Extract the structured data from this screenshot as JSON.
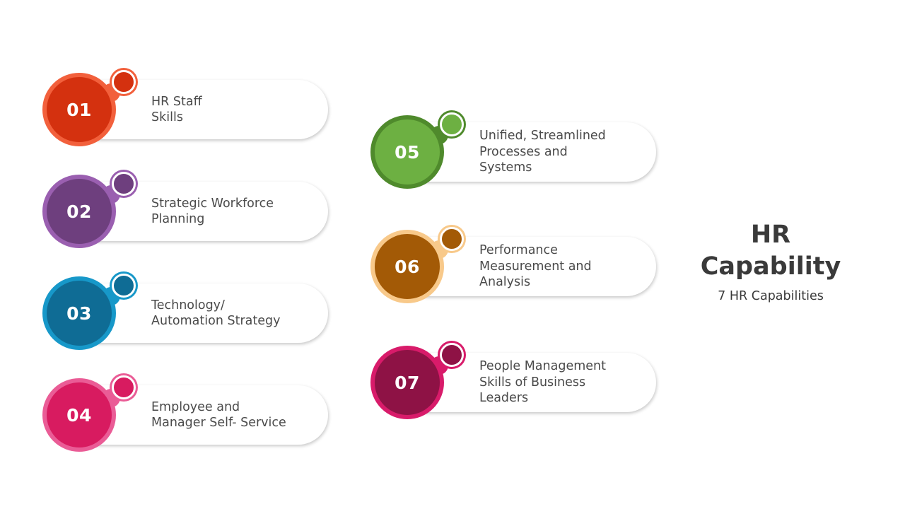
{
  "header": {
    "title": "HR\nCapability",
    "subtitle": "7 HR Capabilities"
  },
  "items": [
    {
      "number": "01",
      "label": "HR Staff\nSkills",
      "fill": "#d4310f",
      "ring": "#f2603c",
      "dot": "#d4310f",
      "connector": "#f2603c"
    },
    {
      "number": "02",
      "label": "Strategic Workforce\nPlanning",
      "fill": "#6e3f7e",
      "ring": "#9a5fb0",
      "dot": "#6e3f7e",
      "connector": "#9a5fb0"
    },
    {
      "number": "03",
      "label": "Technology/\nAutomation Strategy",
      "fill": "#0f6c95",
      "ring": "#1798c9",
      "dot": "#0f6c95",
      "connector": "#1798c9"
    },
    {
      "number": "04",
      "label": "Employee and\nManager Self- Service",
      "fill": "#d81b60",
      "ring": "#ea5c96",
      "dot": "#d81b60",
      "connector": "#ea5c96"
    },
    {
      "number": "05",
      "label": "Unified, Streamlined\nProcesses and\nSystems",
      "fill": "#6db042",
      "ring": "#4f8a2c",
      "dot": "#6db042",
      "connector": "#4f8a2c"
    },
    {
      "number": "06",
      "label": "Performance\nMeasurement and\nAnalysis",
      "fill": "#a35a06",
      "ring": "#f8c98a",
      "dot": "#a35a06",
      "connector": "#f8c98a"
    },
    {
      "number": "07",
      "label": "People Management\nSkills of Business\nLeaders",
      "fill": "#8e1245",
      "ring": "#d81b6a",
      "dot": "#8e1245",
      "connector": "#d81b6a"
    }
  ]
}
